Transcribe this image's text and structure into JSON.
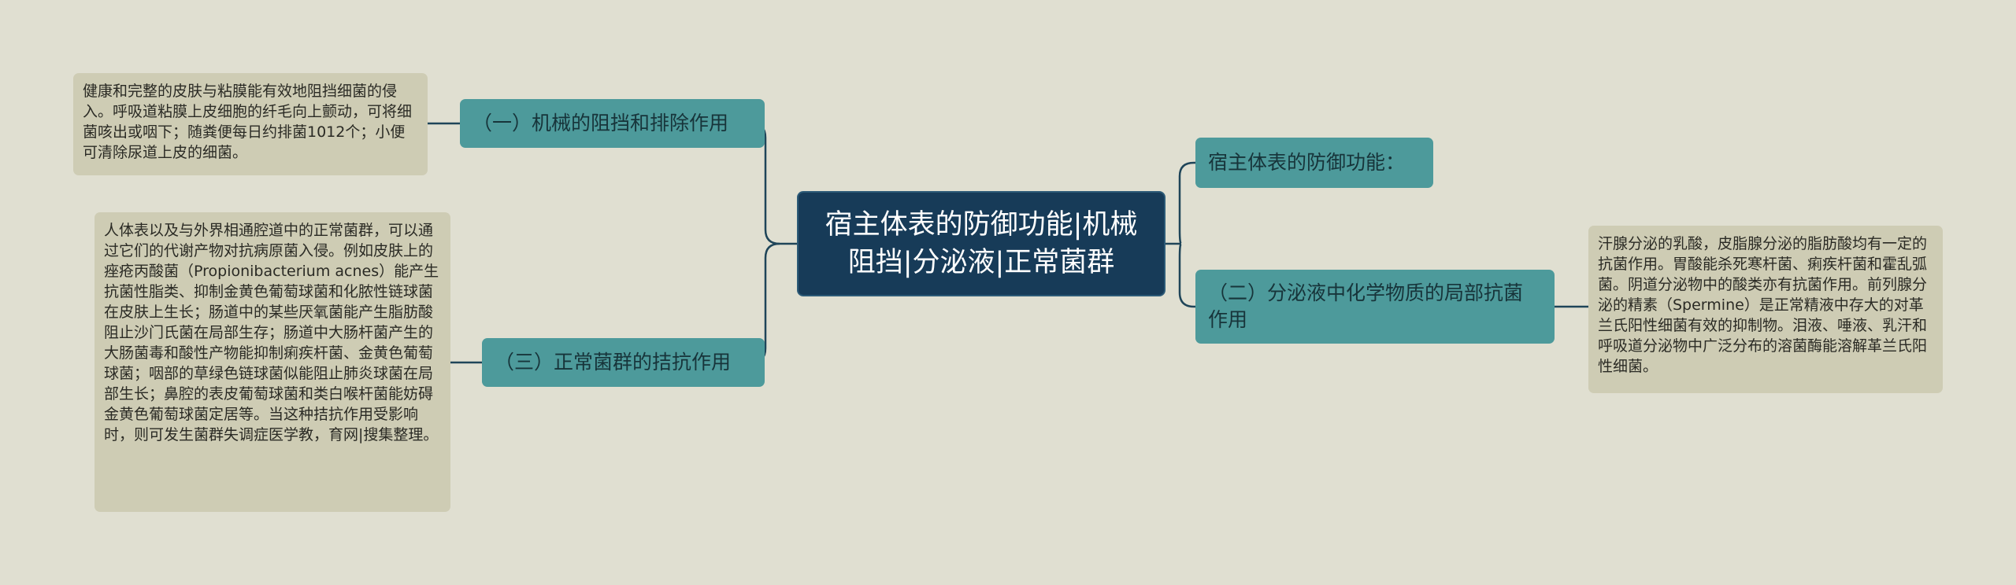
{
  "root": {
    "title": "宿主体表的防御功能|机械阻挡|分泌液|正常菌群"
  },
  "branches": [
    {
      "label": "（一）机械的阻挡和排除作用",
      "detail": "健康和完整的皮肤与粘膜能有效地阻挡细菌的侵入。呼吸道粘膜上皮细胞的纤毛向上颤动，可将细菌咳出或咽下；随粪便每日约排菌1012个；小便可清除尿道上皮的细菌。"
    },
    {
      "label": "（三）正常菌群的拮抗作用",
      "detail": "人体表以及与外界相通腔道中的正常菌群，可以通过它们的代谢产物对抗病原菌入侵。例如皮肤上的痤疮丙酸菌（Propionibacterium acnes）能产生抗菌性脂类、抑制金黄色葡萄球菌和化脓性链球菌在皮肤上生长；肠道中的某些厌氧菌能产生脂肪酸阻止沙门氏菌在局部生存；肠道中大肠杆菌产生的大肠菌毒和酸性产物能抑制痢疾杆菌、金黄色葡萄球菌；咽部的草绿色链球菌似能阻止肺炎球菌在局部生长；鼻腔的表皮葡萄球菌和类白喉杆菌能妨碍金黄色葡萄球菌定居等。当这种拮抗作用受影响时，则可发生菌群失调症医学教，育网|搜集整理。"
    },
    {
      "label": "宿主体表的防御功能："
    },
    {
      "label": "（二）分泌液中化学物质的局部抗菌作用",
      "detail": "汗腺分泌的乳酸，皮脂腺分泌的脂肪酸均有一定的抗菌作用。胃酸能杀死寒杆菌、痢疾杆菌和霍乱弧菌。阴道分泌物中的酸类亦有抗菌作用。前列腺分泌的精素（Spermine）是正常精液中存大的对革兰氏阳性细菌有效的抑制物。泪液、唾液、乳汗和呼吸道分泌物中广泛分布的溶菌酶能溶解革兰氏阳性细菌。"
    }
  ],
  "colors": {
    "background": "#e0dfd1",
    "root_fill": "#173b58",
    "branch_fill": "#4d9a9b",
    "leaf_fill": "#ceccb4",
    "connector": "#1f4559"
  }
}
